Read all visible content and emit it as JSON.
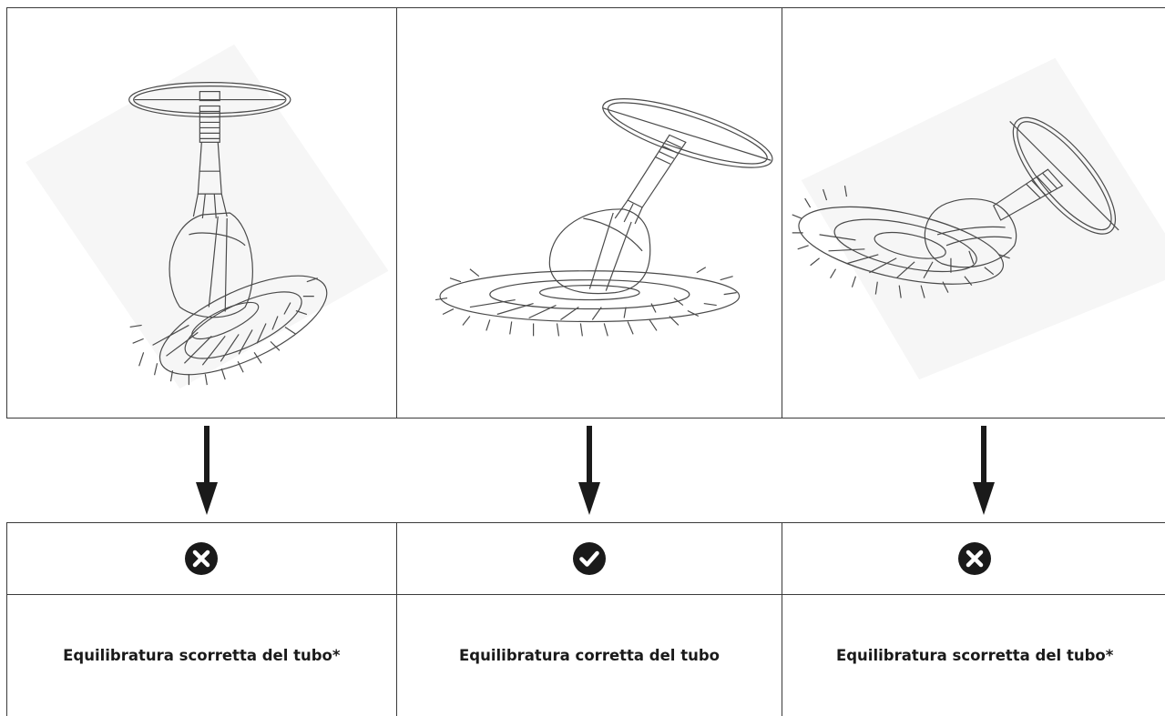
{
  "panels": [
    {
      "status": "incorrect",
      "icon": "x-circle-icon",
      "caption": "Equilibratura scorretta del tubo*"
    },
    {
      "status": "correct",
      "icon": "check-circle-icon",
      "caption": "Equilibratura corretta del tubo"
    },
    {
      "status": "incorrect",
      "icon": "x-circle-icon",
      "caption": "Equilibratura scorretta del tubo*"
    }
  ],
  "colors": {
    "border": "#3a3a3a",
    "icon_fill": "#1a1a1a",
    "line_art": "#4a4a4a"
  }
}
